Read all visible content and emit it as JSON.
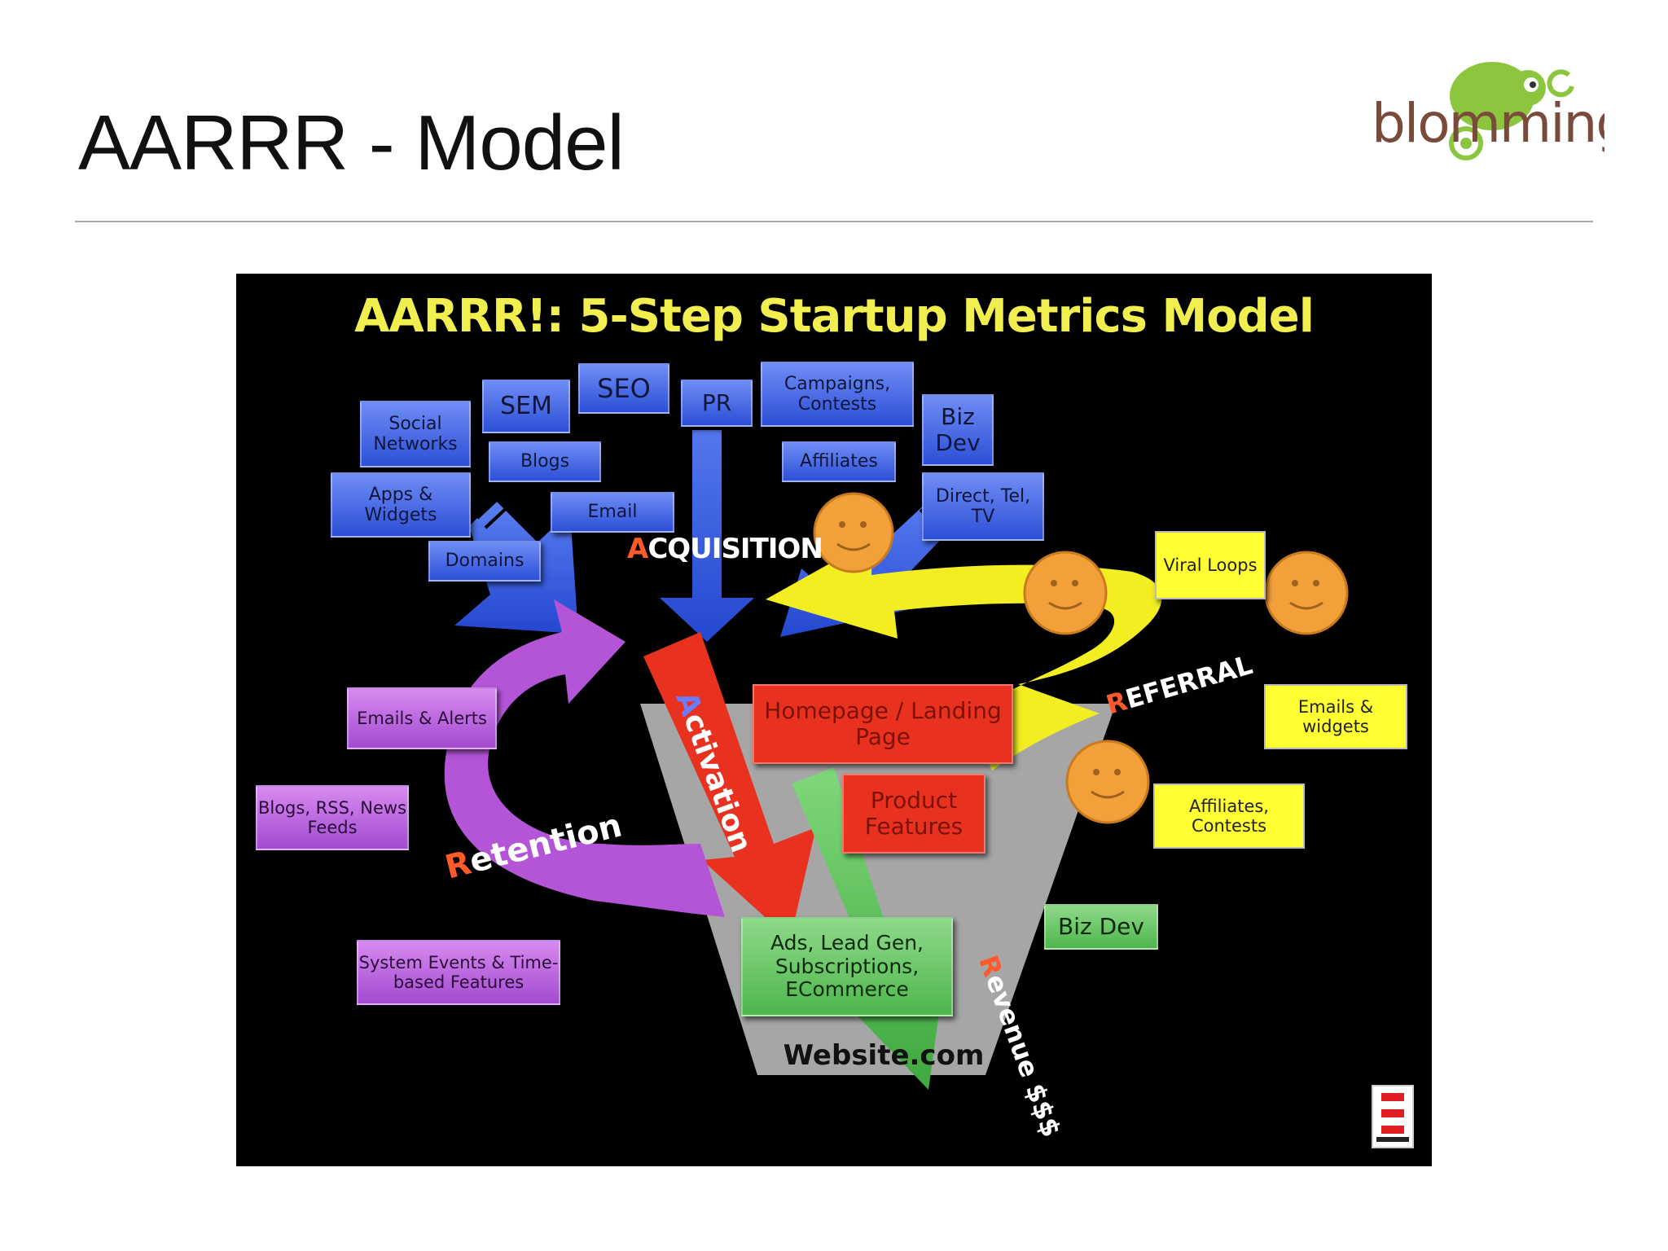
{
  "slide": {
    "title": "AARRR - Model",
    "logo_text": "blomming"
  },
  "diagram": {
    "title": "AARRR!: 5-Step Startup Metrics Model",
    "acquisition": {
      "label_initial": "A",
      "label_rest": "CQUISITION",
      "sources": [
        "Social Networks",
        "SEM",
        "SEO",
        "PR",
        "Campaigns, Contests",
        "Biz Dev",
        "Blogs",
        "Affiliates",
        "Apps & Widgets",
        "Email",
        "Direct, Tel, TV",
        "Domains"
      ]
    },
    "activation": {
      "label_initial": "A",
      "label_rest": "ctivation",
      "items": [
        "Homepage / Landing Page",
        "Product Features"
      ]
    },
    "retention": {
      "label_initial": "R",
      "label_rest": "etention",
      "items": [
        "Emails & Alerts",
        "Blogs, RSS, News Feeds",
        "System Events & Time-based Features"
      ]
    },
    "referral": {
      "label_initial": "R",
      "label_rest": "EFERRAL",
      "items": [
        "Viral Loops",
        "Emails & widgets",
        "Affiliates, Contests"
      ]
    },
    "revenue": {
      "label_initial": "R",
      "label_rest": "evenue $$$",
      "items": [
        "Ads, Lead Gen, Subscriptions, ECommerce",
        "Biz Dev"
      ]
    },
    "website_label": "Website.com",
    "colors": {
      "acquisition": "#3a5fe0",
      "activation": "#e8321f",
      "retention": "#b455d8",
      "referral": "#f2ee22",
      "revenue": "#5cbf57",
      "title": "#f1ee4f"
    }
  }
}
